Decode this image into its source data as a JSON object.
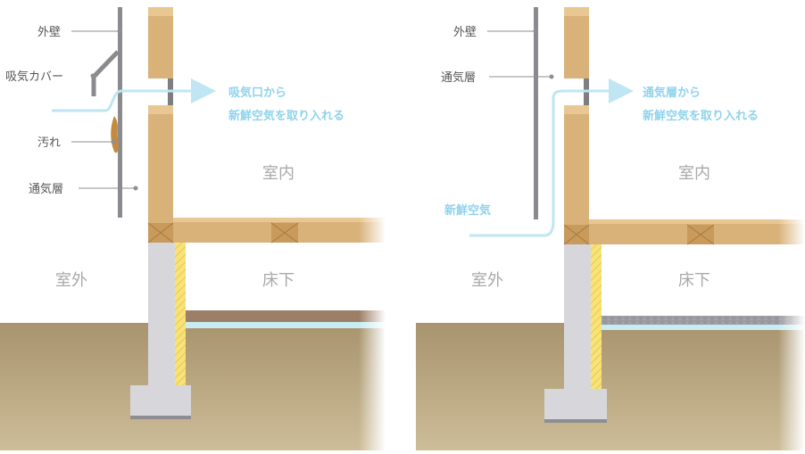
{
  "left_panel": {
    "labels": {
      "outer_wall": "外壁",
      "intake_cover": "吸気カバー",
      "dirt": "汚れ",
      "ventilation_layer": "通気層"
    },
    "callout": {
      "line1": "吸気口から",
      "line2": "新鮮空気を取り入れる"
    },
    "room_indoor": "室内",
    "room_outdoor": "室外",
    "room_underfloor": "床下"
  },
  "right_panel": {
    "labels": {
      "outer_wall": "外壁",
      "ventilation_layer": "通気層",
      "fresh_air": "新鮮空気"
    },
    "callout": {
      "line1": "通気層から",
      "line2": "新鮮空気を取り入れる"
    },
    "room_indoor": "室内",
    "room_outdoor": "室外",
    "room_underfloor": "床下"
  },
  "colors": {
    "ground": "#a8946e",
    "ground_light": "#c9b994",
    "timber": "#d9b27a",
    "timber_dark": "#c89a5c",
    "concrete": "#d7d7db",
    "concrete_dark": "#8d8d93",
    "insulation": "#f7e37a",
    "wall_gray": "#8b8b8f",
    "airflow": "#bfe6f2",
    "airflow_text": "#8fd3ec",
    "room_text": "#a9a9a9",
    "label_text": "#555555",
    "leader": "#8f8f8f",
    "dirt": "#c48a3d"
  }
}
